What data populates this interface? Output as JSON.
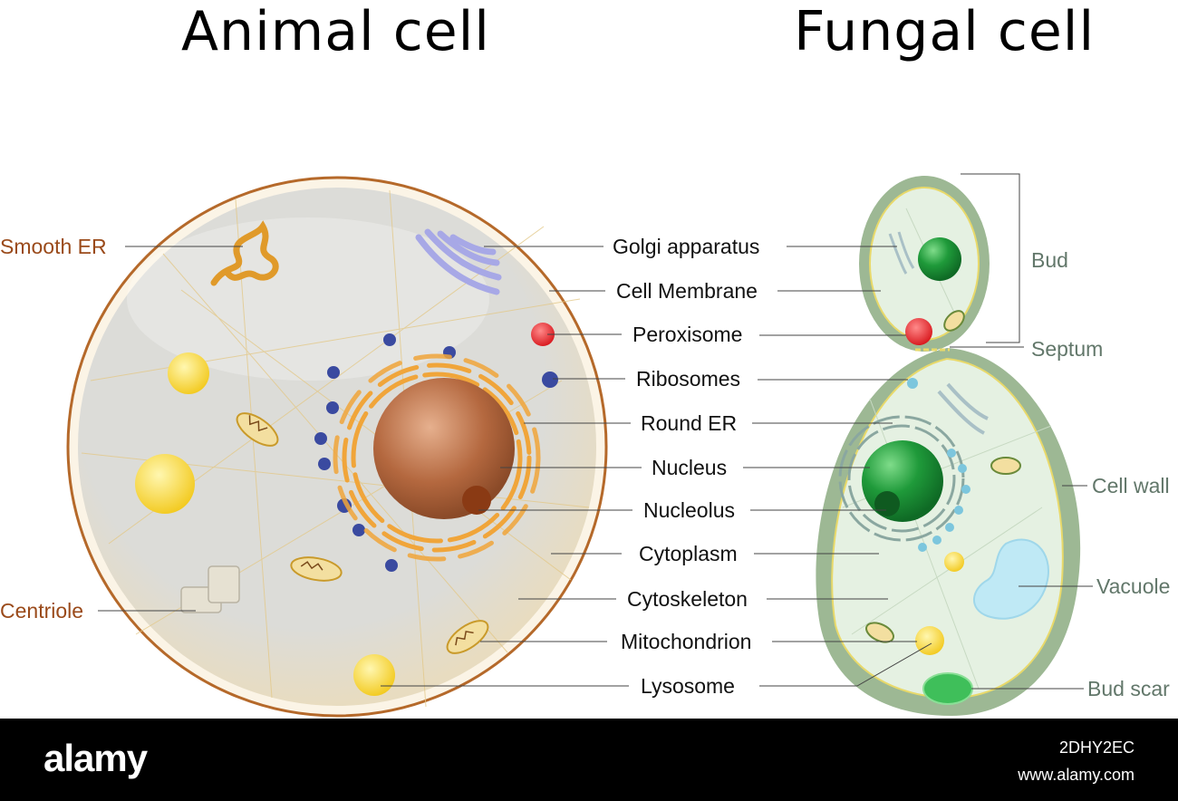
{
  "titles": {
    "animal": "Animal cell",
    "fungal": "Fungal cell"
  },
  "labels": {
    "smooth_er": "Smooth ER",
    "centriole": "Centriole",
    "golgi": "Golgi apparatus",
    "cell_membrane": "Cell Membrane",
    "peroxisome": "Peroxisome",
    "ribosomes": "Ribosomes",
    "round_er": "Round ER",
    "nucleus": "Nucleus",
    "nucleolus": "Nucleolus",
    "cytoplasm": "Cytoplasm",
    "cytoskeleton": "Cytoskeleton",
    "mitochondrion": "Mitochondrion",
    "lysosome": "Lysosome",
    "bud": "Bud",
    "septum": "Septum",
    "cell_wall": "Cell wall",
    "vacuole": "Vacuole",
    "bud_scar": "Bud scar"
  },
  "footer": {
    "brand": "alamy",
    "image_id": "2DHY2EC",
    "site": "www.alamy.com"
  },
  "colors": {
    "animal_cytoplasm": "#dcdcd8",
    "animal_membrane": "#b5692a",
    "nucleus": "#b4683f",
    "er": "#f0a53a",
    "golgi": "#a7a8e6",
    "ribosome": "#3a4aa0",
    "peroxisome": "#e4262a",
    "lysosome": "#f6d52a",
    "fungal_wall": "#9db894",
    "fungal_cytoplasm": "#e5f1e2",
    "fungal_nucleus": "#1f9a3a",
    "vacuole": "#bfe9f5"
  }
}
